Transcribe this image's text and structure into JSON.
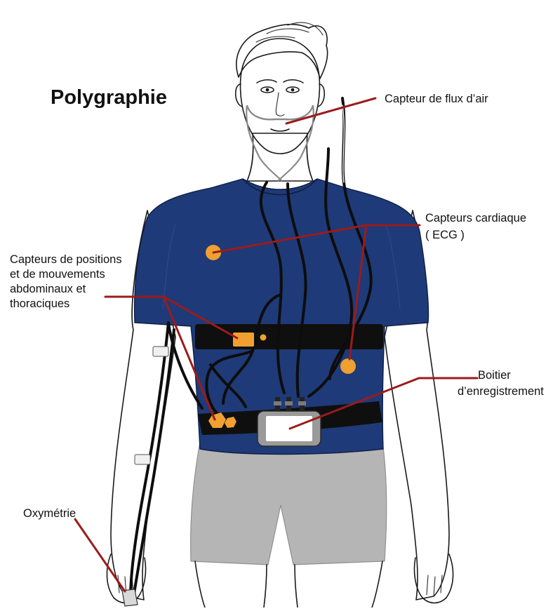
{
  "title": "Polygraphie",
  "labels": {
    "airflow": "Capteur de flux d’air",
    "cardiac_line1": "Capteurs cardiaque",
    "cardiac_line2": "( ECG )",
    "position_line1": "Capteurs de positions",
    "position_line2": "et de mouvements",
    "position_line3": "abdominaux et",
    "position_line4": "thoraciques",
    "recorder_line1": "Boitier",
    "recorder_line2": "d’enregistrement",
    "oximetry": "Oxymétrie"
  },
  "colors": {
    "shirt": "#1f3a78",
    "shorts": "#b5b5b5",
    "leader": "#9b1b1b",
    "sensor": "#f0a030",
    "belt": "#0f0f0f"
  }
}
